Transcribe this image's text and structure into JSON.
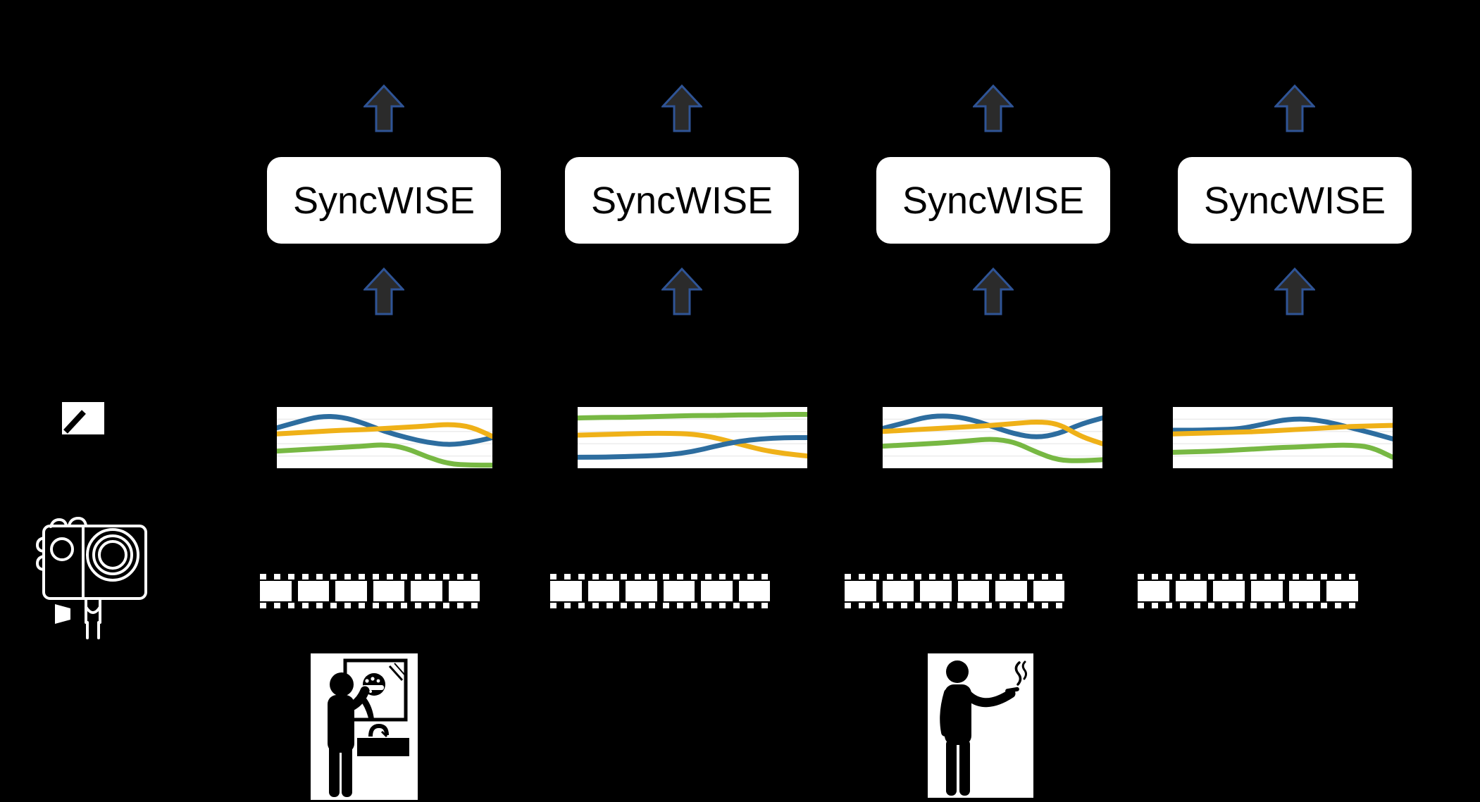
{
  "background_color": "#000000",
  "colors": {
    "box_bg": "#ffffff",
    "box_text": "#000000",
    "arrow_fill": "#2b2b2b",
    "arrow_stroke": "#2f5496",
    "plot_bg": "#ffffff",
    "gridline": "#ececec",
    "series_blue": "#2d6d9f",
    "series_orange": "#efb118",
    "series_green": "#77b843",
    "pictogram_ink": "#000000",
    "camera_line": "#ffffff"
  },
  "pipeline_columns": [
    {
      "box_label": "SyncWISE"
    },
    {
      "box_label": "SyncWISE"
    },
    {
      "box_label": "SyncWISE"
    },
    {
      "box_label": "SyncWISE"
    }
  ],
  "icons": {
    "sensor_icon": "accelerometer-signal-icon",
    "camera_icon": "action-camera-icon",
    "pictogram_1": "person-brushing-teeth-at-sink",
    "pictogram_2": "person-smoking"
  },
  "film_strip": {
    "count": 4,
    "frames_per_strip": 6
  },
  "chart_data": [
    {
      "type": "line",
      "title": "",
      "note": "unlabeled sensor signal snippet; values are normalized vertical positions from plot top (0) to bottom (1)",
      "x_range": [
        0,
        1
      ],
      "grid": true,
      "gridlines_y": [
        20,
        40,
        60,
        80
      ],
      "series": [
        {
          "name": "blue",
          "color": "#2d6d9f",
          "values": [
            0.34,
            0.24,
            0.15,
            0.16,
            0.26,
            0.4,
            0.5,
            0.58,
            0.62,
            0.58,
            0.5
          ]
        },
        {
          "name": "orange",
          "color": "#efb118",
          "values": [
            0.44,
            0.42,
            0.4,
            0.38,
            0.37,
            0.35,
            0.33,
            0.31,
            0.28,
            0.32,
            0.48
          ]
        },
        {
          "name": "green",
          "color": "#77b843",
          "values": [
            0.72,
            0.7,
            0.68,
            0.66,
            0.64,
            0.61,
            0.67,
            0.82,
            0.93,
            0.95,
            0.95
          ]
        }
      ]
    },
    {
      "type": "line",
      "title": "",
      "note": "unlabeled sensor signal snippet",
      "x_range": [
        0,
        1
      ],
      "grid": true,
      "gridlines_y": [
        20,
        40,
        60,
        80
      ],
      "series": [
        {
          "name": "green",
          "color": "#77b843",
          "values": [
            0.18,
            0.17,
            0.17,
            0.16,
            0.15,
            0.14,
            0.14,
            0.13,
            0.13,
            0.12,
            0.12
          ]
        },
        {
          "name": "orange",
          "color": "#efb118",
          "values": [
            0.46,
            0.45,
            0.44,
            0.43,
            0.43,
            0.44,
            0.5,
            0.6,
            0.7,
            0.76,
            0.8
          ]
        },
        {
          "name": "blue",
          "color": "#2d6d9f",
          "values": [
            0.82,
            0.82,
            0.81,
            0.8,
            0.78,
            0.73,
            0.64,
            0.56,
            0.52,
            0.5,
            0.5
          ]
        }
      ]
    },
    {
      "type": "line",
      "title": "",
      "note": "unlabeled sensor signal snippet",
      "x_range": [
        0,
        1
      ],
      "grid": true,
      "gridlines_y": [
        20,
        40,
        60,
        80
      ],
      "series": [
        {
          "name": "blue",
          "color": "#2d6d9f",
          "values": [
            0.35,
            0.26,
            0.16,
            0.14,
            0.2,
            0.32,
            0.44,
            0.5,
            0.44,
            0.28,
            0.18
          ]
        },
        {
          "name": "orange",
          "color": "#efb118",
          "values": [
            0.4,
            0.38,
            0.36,
            0.34,
            0.32,
            0.3,
            0.27,
            0.24,
            0.27,
            0.48,
            0.6
          ]
        },
        {
          "name": "green",
          "color": "#77b843",
          "values": [
            0.64,
            0.62,
            0.6,
            0.58,
            0.55,
            0.52,
            0.57,
            0.74,
            0.87,
            0.88,
            0.86
          ]
        }
      ]
    },
    {
      "type": "line",
      "title": "",
      "note": "unlabeled sensor signal snippet",
      "x_range": [
        0,
        1
      ],
      "grid": true,
      "gridlines_y": [
        20,
        40,
        60,
        80
      ],
      "series": [
        {
          "name": "blue",
          "color": "#2d6d9f",
          "values": [
            0.38,
            0.38,
            0.37,
            0.36,
            0.29,
            0.21,
            0.19,
            0.24,
            0.33,
            0.42,
            0.52
          ]
        },
        {
          "name": "orange",
          "color": "#efb118",
          "values": [
            0.44,
            0.43,
            0.42,
            0.41,
            0.4,
            0.38,
            0.36,
            0.34,
            0.32,
            0.31,
            0.3
          ]
        },
        {
          "name": "green",
          "color": "#77b843",
          "values": [
            0.74,
            0.73,
            0.72,
            0.7,
            0.68,
            0.66,
            0.65,
            0.63,
            0.62,
            0.65,
            0.82
          ]
        }
      ]
    }
  ]
}
